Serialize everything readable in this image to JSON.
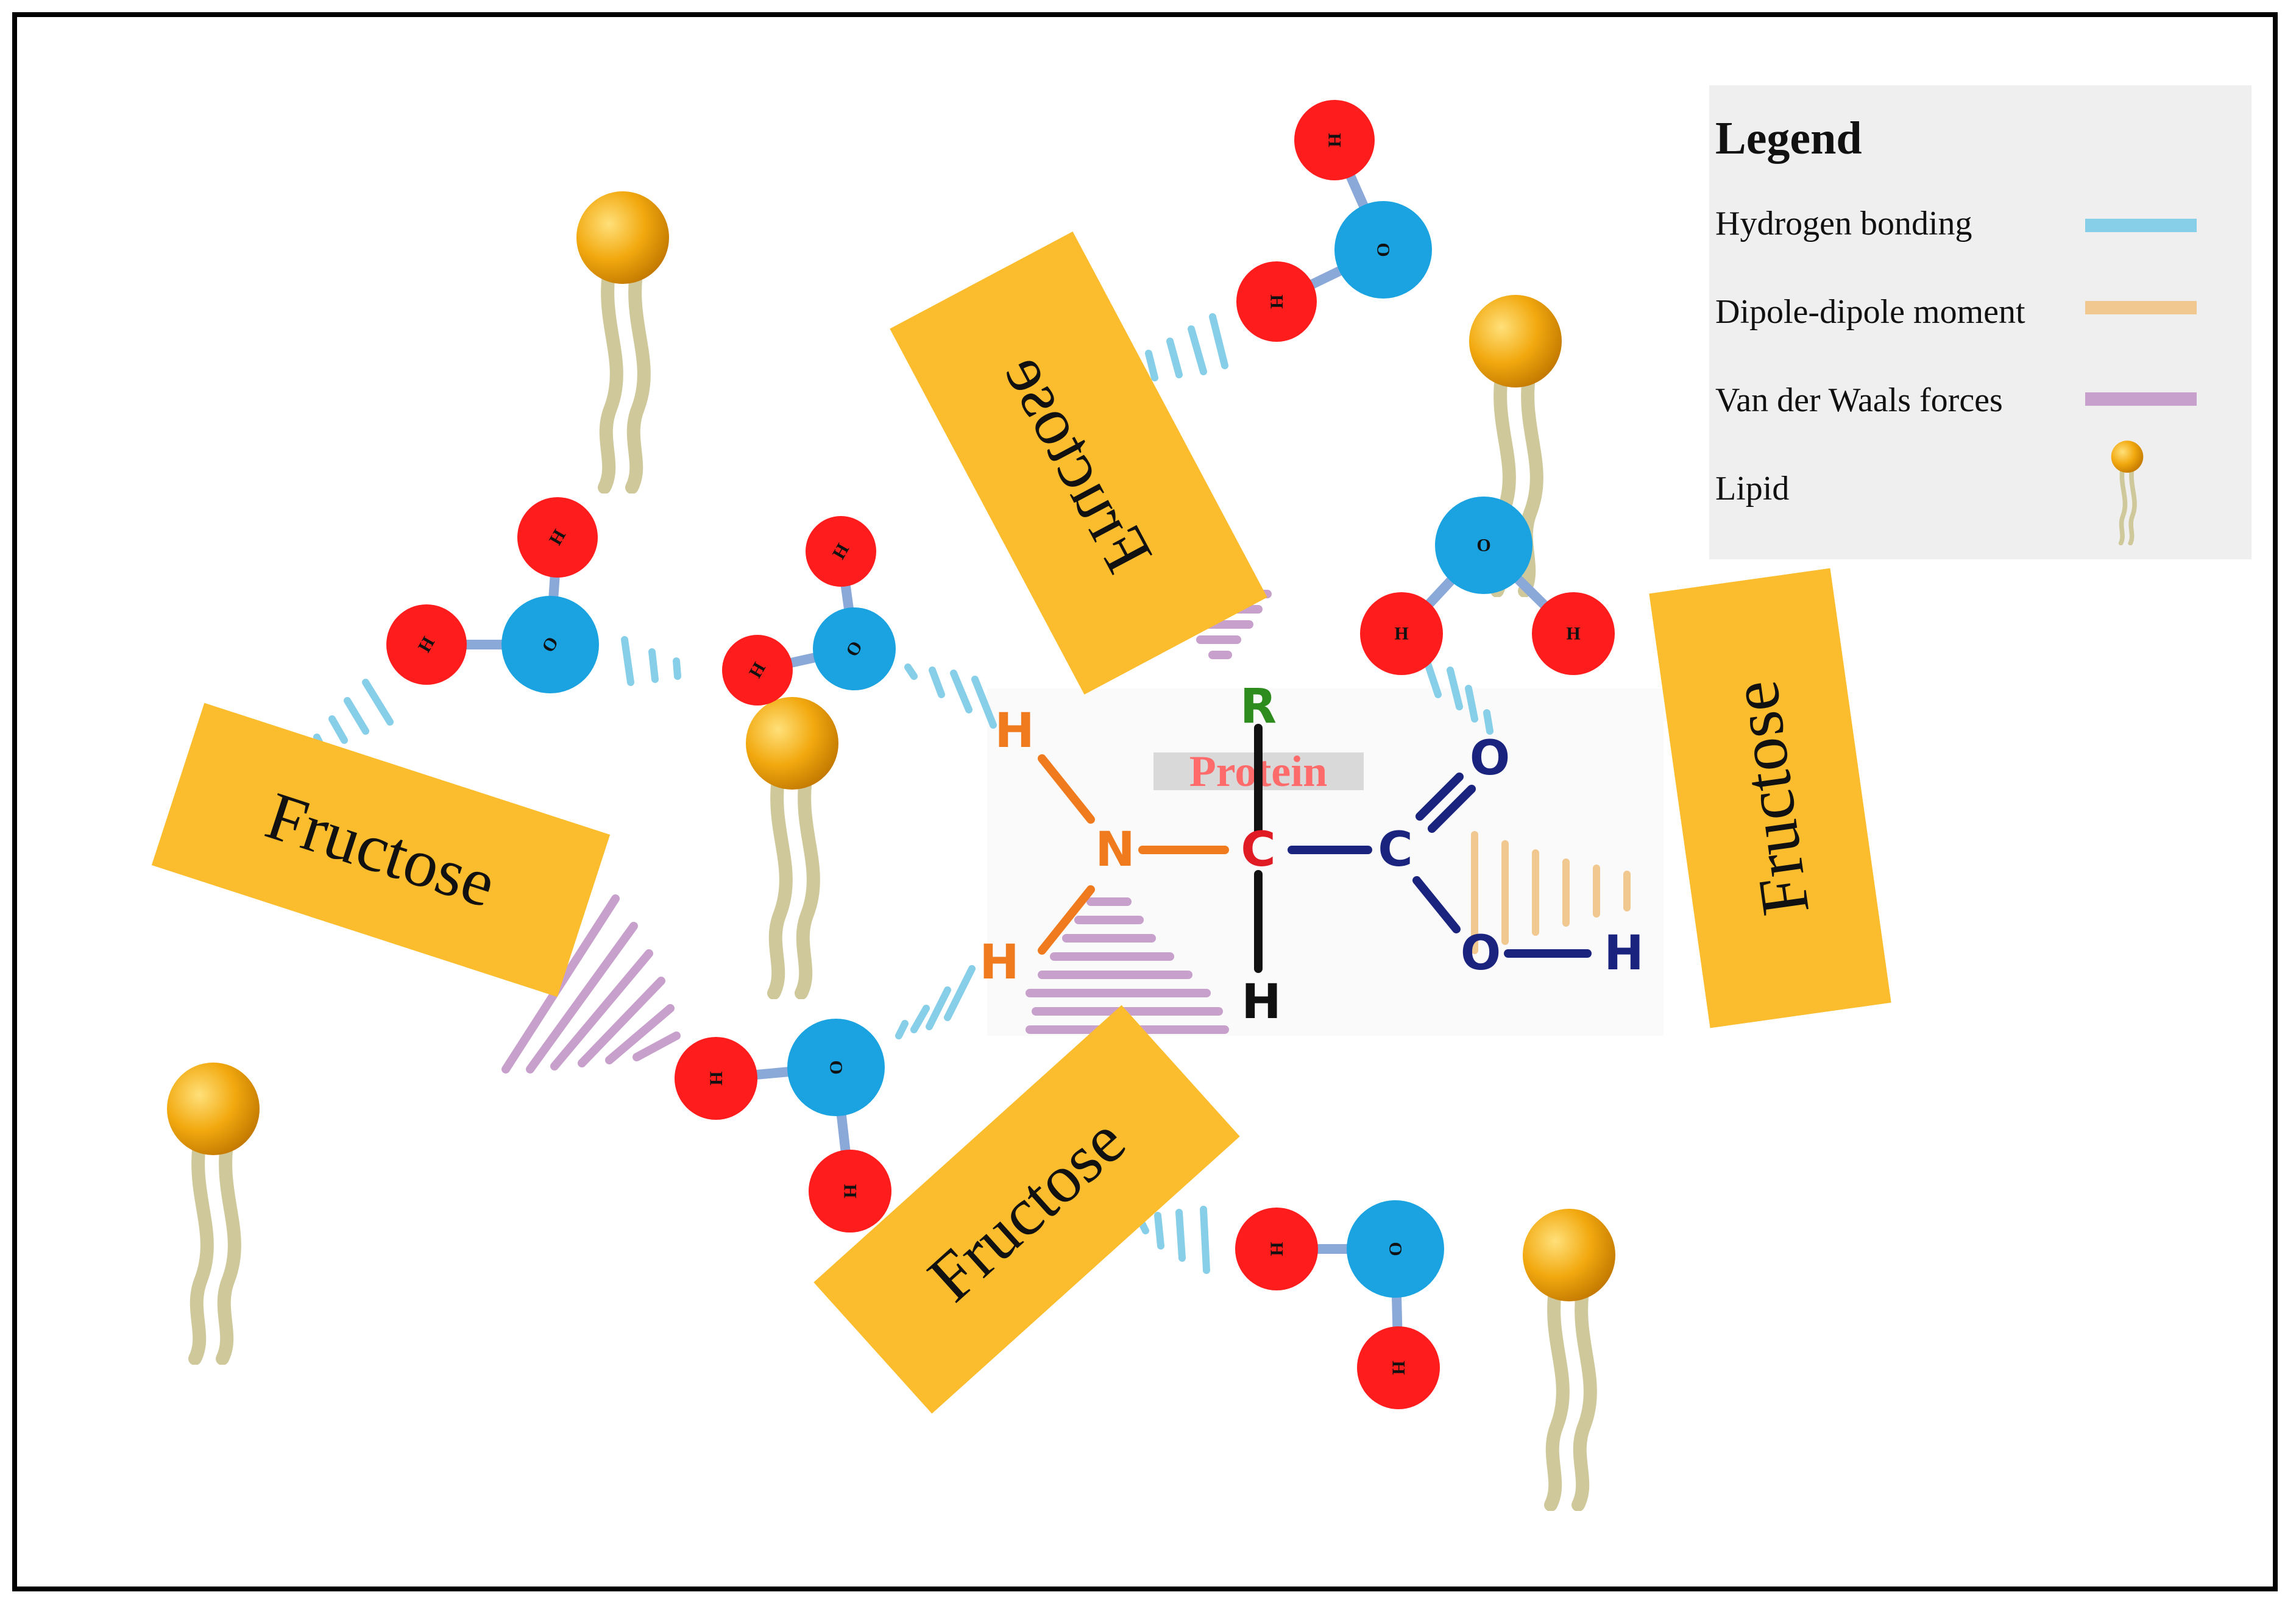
{
  "diagram": {
    "fructose_label": "Fructose",
    "protein": {
      "title": "Protein",
      "atoms": {
        "R": "R",
        "N": "N",
        "C_alpha": "C",
        "C_carboxyl": "C",
        "O_double": "O",
        "O_single": "O",
        "H_top": "H",
        "H_bottom": "H",
        "H_alpha": "H",
        "H_hydroxyl": "H"
      }
    },
    "water": {
      "oxygen": "O",
      "hydrogen": "H"
    }
  },
  "legend": {
    "title": "Legend",
    "items": [
      {
        "label": "Hydrogen bonding",
        "color": "#87cfe8",
        "symbol": "line"
      },
      {
        "label": "Dipole-dipole moment",
        "color": "#f0c890",
        "symbol": "line"
      },
      {
        "label": "Van der Waals forces",
        "color": "#c8a0cc",
        "symbol": "line"
      },
      {
        "label": "Lipid",
        "color": "#f2a90f",
        "symbol": "lipid-icon"
      }
    ]
  },
  "colors": {
    "fructose": "#fbbd2e",
    "oxygen": "#1aa3e0",
    "hydrogen": "#ff1c1c",
    "lipid_head": "#f2a90f",
    "lipid_tail": "#cfc89a",
    "protein_R": "#2e8b1e",
    "protein_N": "#f07b1f",
    "protein_C_alpha": "#e01b24",
    "protein_backbone": "#1a237e"
  }
}
